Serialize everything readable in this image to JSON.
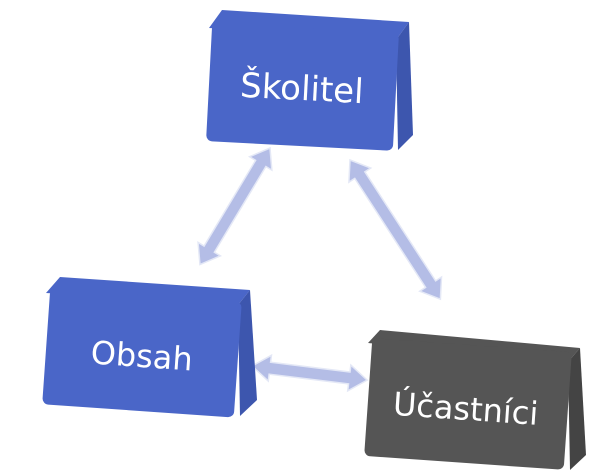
{
  "diagram": {
    "nodes": [
      {
        "id": "skolitel",
        "label": "Školitel",
        "color": "#4a66c8"
      },
      {
        "id": "obsah",
        "label": "Obsah",
        "color": "#4a66c8"
      },
      {
        "id": "ucastnici",
        "label": "Účastníci",
        "color": "#555555"
      }
    ],
    "edges": [
      {
        "from": "skolitel",
        "to": "obsah",
        "type": "bidirectional"
      },
      {
        "from": "skolitel",
        "to": "ucastnici",
        "type": "bidirectional"
      },
      {
        "from": "obsah",
        "to": "ucastnici",
        "type": "bidirectional"
      }
    ],
    "arrow_color": "#b4bde6"
  }
}
